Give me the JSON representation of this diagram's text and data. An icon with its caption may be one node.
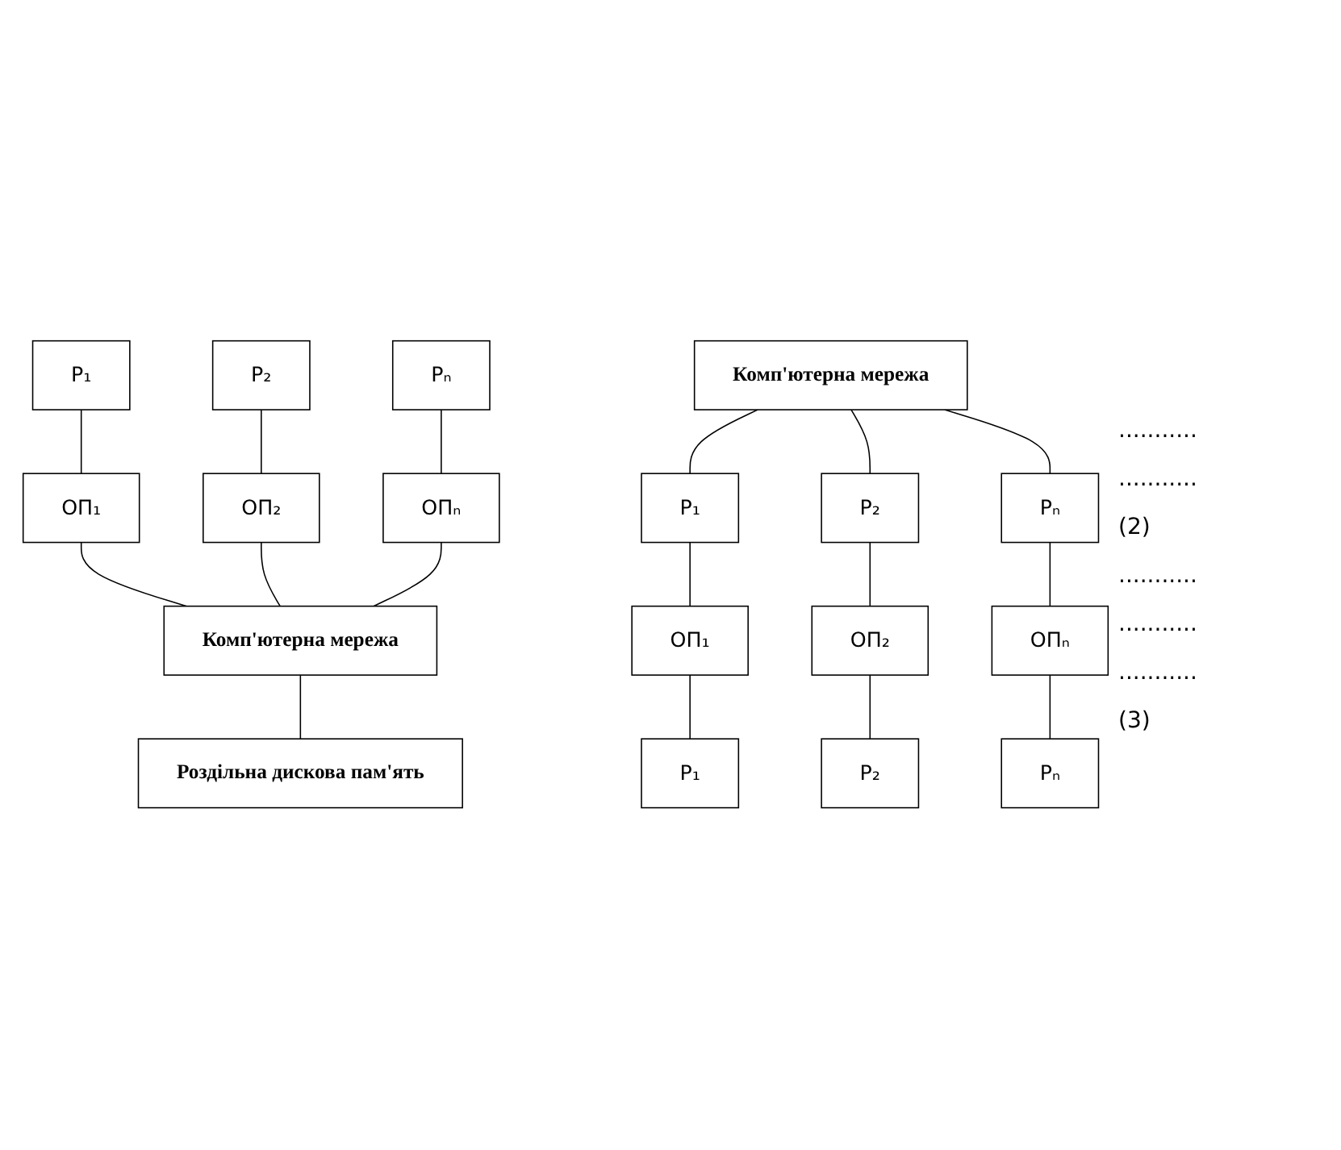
{
  "diagram": {
    "nodes": [
      {
        "text": [
          "P₁"
        ]
      },
      {
        "text": [
          "P₂"
        ]
      },
      {
        "text": [
          "Pₙ"
        ]
      },
      {
        "text": [
          "ОП₁"
        ]
      },
      {
        "text": [
          "ОП₂"
        ]
      },
      {
        "text": [
          "ОПₙ"
        ]
      },
      {
        "text": [
          "Комп'ютерна мережа"
        ]
      },
      {
        "text": [
          "Роздільна дискова пам'ять"
        ]
      },
      {
        "text": [
          "Комп'ютерна мережа"
        ]
      },
      {
        "text": [
          "P₁"
        ]
      },
      {
        "text": [
          "P₂"
        ]
      },
      {
        "text": [
          "Pₙ"
        ]
      },
      {
        "text": [
          "ОП₁"
        ]
      },
      {
        "text": [
          "ОП₂"
        ]
      },
      {
        "text": [
          "ОПₙ"
        ]
      },
      {
        "text": [
          "P₁"
        ]
      },
      {
        "text": [
          "P₂"
        ]
      },
      {
        "text": [
          "Pₙ"
        ]
      }
    ],
    "edges": [
      {
        "from": 0,
        "to": 3,
        "arrow": "none"
      },
      {
        "from": 1,
        "to": 4,
        "arrow": "none"
      },
      {
        "from": 2,
        "to": 5,
        "arrow": "none"
      },
      {
        "from": 3,
        "to": 6,
        "arrow": "none"
      },
      {
        "from": 4,
        "to": 6,
        "arrow": "none"
      },
      {
        "from": 5,
        "to": 6,
        "arrow": "none"
      },
      {
        "from": 6,
        "to": 7,
        "arrow": "none"
      },
      {
        "from": 8,
        "to": 9,
        "arrow": "none"
      },
      {
        "from": 8,
        "to": 10,
        "arrow": "none"
      },
      {
        "from": 8,
        "to": 11,
        "arrow": "none"
      },
      {
        "from": 9,
        "to": 12,
        "arrow": "none"
      },
      {
        "from": 10,
        "to": 13,
        "arrow": "none"
      },
      {
        "from": 11,
        "to": 14,
        "arrow": "none"
      },
      {
        "from": 12,
        "to": 15,
        "arrow": "none"
      },
      {
        "from": 13,
        "to": 16,
        "arrow": "none"
      },
      {
        "from": 14,
        "to": 17,
        "arrow": "none"
      }
    ],
    "labels": [
      "...........",
      "...........",
      "(2)",
      "...........",
      "...........",
      "...........",
      "(3)"
    ]
  }
}
